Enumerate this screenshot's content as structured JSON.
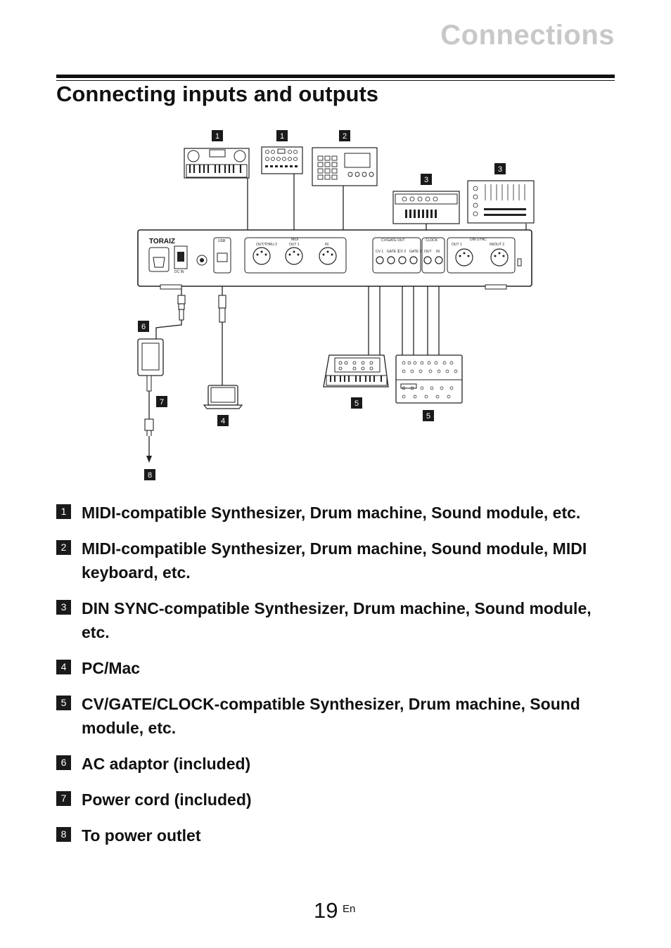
{
  "header": {
    "chapter_title": "Connections",
    "section_title": "Connecting inputs and outputs"
  },
  "diagram": {
    "callouts": [
      "1",
      "1",
      "2",
      "3",
      "3",
      "6",
      "7",
      "4",
      "5",
      "5",
      "8"
    ],
    "device": {
      "brand": "TORAIZ",
      "usb_label": "USB",
      "midi_label": "MIDI",
      "midi_out_thru_label": "OUT/THRU 2",
      "midi_out_label": "OUT 1",
      "midi_in_label": "IN",
      "cv_gate_label": "CV/GATE OUT",
      "cv1": "CV 1",
      "gate1": "GATE 1",
      "cv2": "CV 2",
      "gate2": "GATE 2",
      "clock_label": "CLOCK",
      "clock_out": "OUT",
      "clock_in": "IN",
      "din_sync_label": "DIN SYNC",
      "din_out": "OUT 1",
      "din_out2": "IN/OUT 2",
      "dc_in_label": "DC IN"
    }
  },
  "items": [
    {
      "number": "1",
      "text": "MIDI-compatible Synthesizer, Drum machine, Sound module, etc."
    },
    {
      "number": "2",
      "text": "MIDI-compatible Synthesizer, Drum machine, Sound module, MIDI keyboard, etc."
    },
    {
      "number": "3",
      "text": "DIN SYNC-compatible Synthesizer, Drum machine, Sound module, etc."
    },
    {
      "number": "4",
      "text": "PC/Mac"
    },
    {
      "number": "5",
      "text": "CV/GATE/CLOCK-compatible Synthesizer, Drum machine, Sound module, etc."
    },
    {
      "number": "6",
      "text": "AC adaptor (included)"
    },
    {
      "number": "7",
      "text": "Power cord (included)"
    },
    {
      "number": "8",
      "text": "To power outlet"
    }
  ],
  "footer": {
    "page_number": "19",
    "language": "En"
  }
}
